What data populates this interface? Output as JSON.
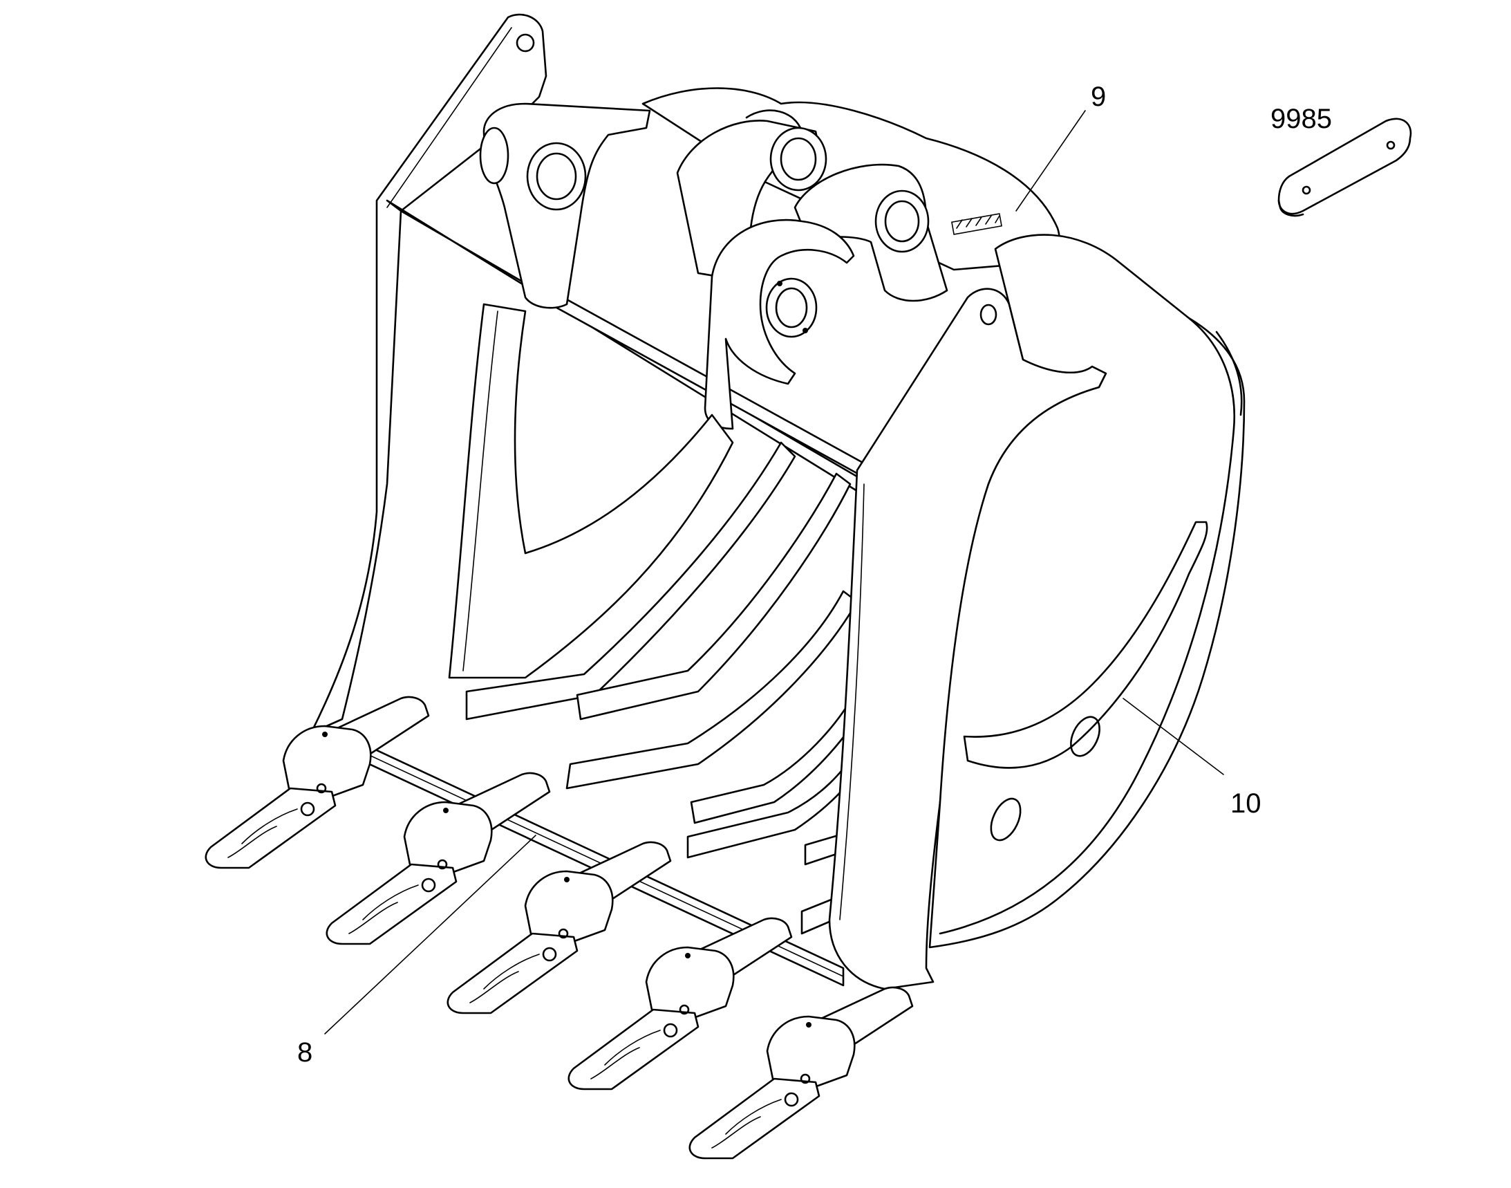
{
  "diagram": {
    "callouts": [
      {
        "id": "part-9",
        "label": "9"
      },
      {
        "id": "part-9985",
        "label": "9985"
      },
      {
        "id": "part-10",
        "label": "10"
      },
      {
        "id": "part-8",
        "label": "8"
      }
    ]
  }
}
